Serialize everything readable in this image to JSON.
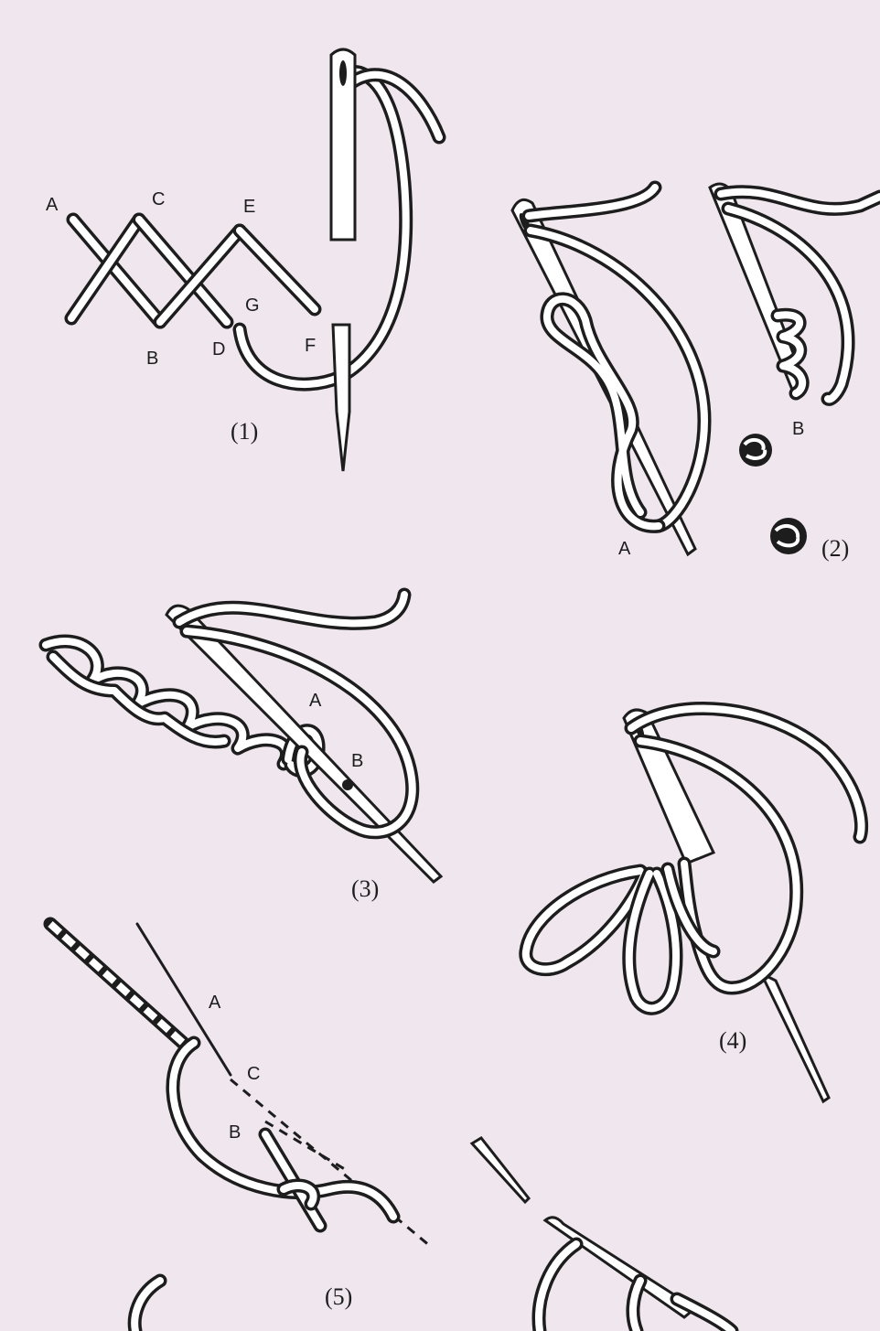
{
  "figure_1": {
    "points": {
      "A": "A",
      "B": "B",
      "C": "C",
      "D": "D",
      "E": "E",
      "F": "F",
      "G": "G"
    },
    "caption": "(1)"
  },
  "figure_2": {
    "points": {
      "A": "A",
      "B": "B"
    },
    "caption": "(2)"
  },
  "figure_3": {
    "points": {
      "A": "A",
      "B": "B"
    },
    "caption": "(3)"
  },
  "figure_4": {
    "caption": "(4)"
  },
  "figure_5": {
    "points": {
      "A": "A",
      "B": "B",
      "C": "C"
    },
    "caption": "(5)"
  },
  "colors": {
    "paper": "#efe6ee",
    "ink": "#1d1d1d",
    "thread": "#ffffff"
  }
}
